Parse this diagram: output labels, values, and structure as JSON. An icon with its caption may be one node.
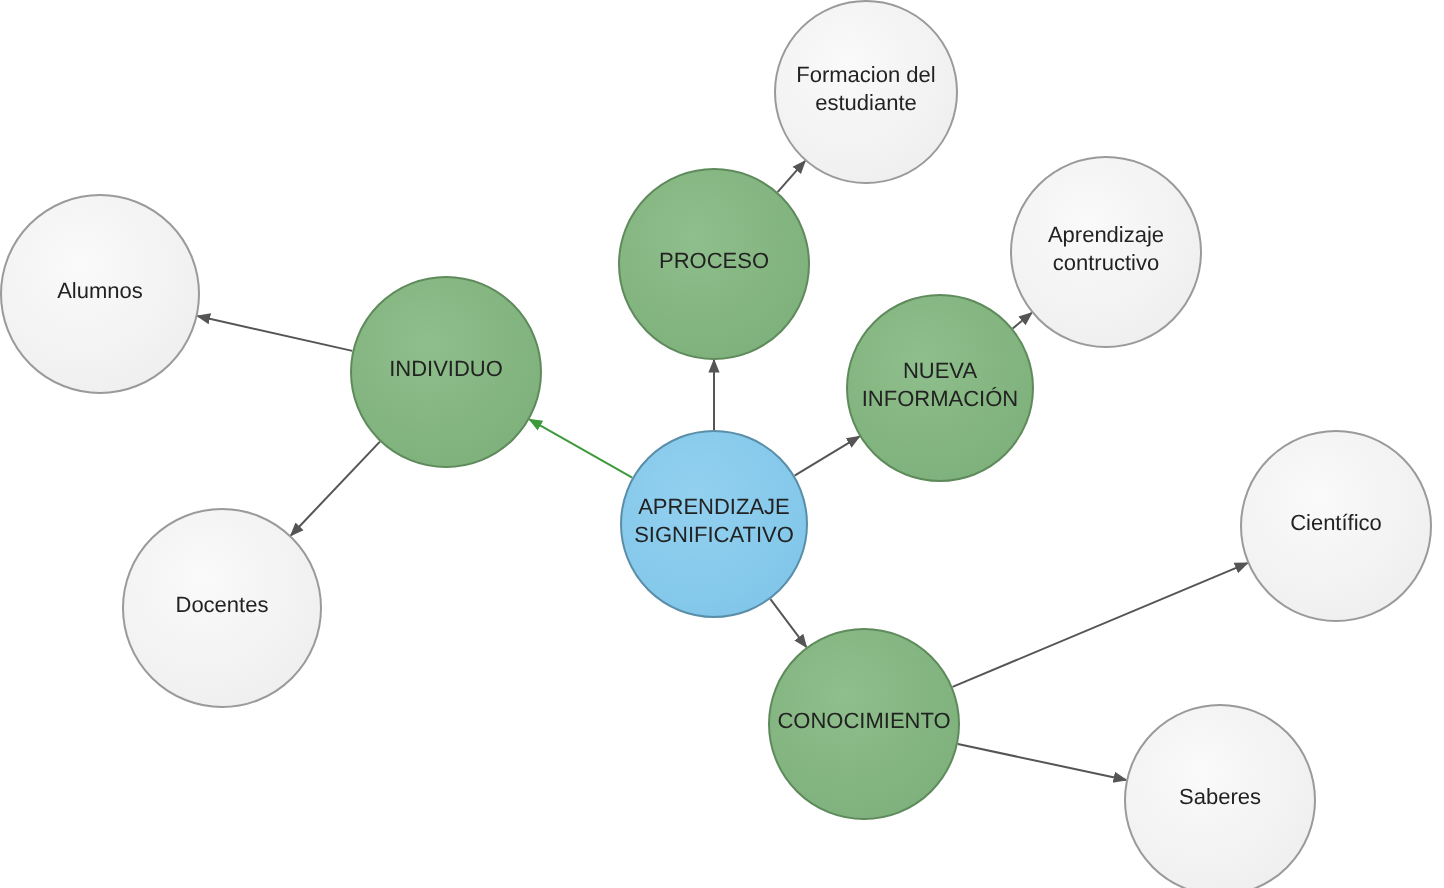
{
  "diagram": {
    "nodes": [
      {
        "text": [
          "Formacion del estudiante"
        ]
      },
      {
        "text": [
          "Aprendizaje contructivo"
        ]
      },
      {
        "text": [
          "PROCESO"
        ]
      },
      {
        "text": [
          "Alumnos"
        ]
      },
      {
        "text": [
          "INDIVIDUO"
        ]
      },
      {
        "text": [
          "NUEVA INFORMACIÓN"
        ]
      },
      {
        "text": [
          "APRENDIZAJE SIGNIFICATIVO"
        ]
      },
      {
        "text": [
          "Científico"
        ]
      },
      {
        "text": [
          "Docentes"
        ]
      },
      {
        "text": [
          "CONOCIMIENTO"
        ]
      },
      {
        "text": [
          "Saberes"
        ]
      }
    ],
    "edges": [
      {
        "from": 6,
        "to": 2,
        "arrow": "to"
      },
      {
        "from": 6,
        "to": 4,
        "arrow": "to",
        "color": "#3c9a3c"
      },
      {
        "from": 6,
        "to": 5,
        "arrow": "to"
      },
      {
        "from": 6,
        "to": 9,
        "arrow": "to"
      },
      {
        "from": 2,
        "to": 0,
        "arrow": "to"
      },
      {
        "from": 5,
        "to": 1,
        "arrow": "to"
      },
      {
        "from": 4,
        "to": 3,
        "arrow": "to"
      },
      {
        "from": 4,
        "to": 8,
        "arrow": "to"
      },
      {
        "from": 9,
        "to": 7,
        "arrow": "to"
      },
      {
        "from": 9,
        "to": 10,
        "arrow": "to"
      }
    ]
  }
}
